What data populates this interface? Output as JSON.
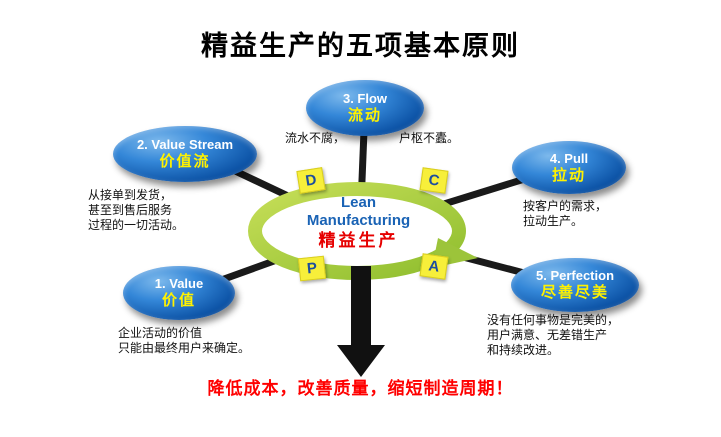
{
  "title": "精益生产的五项基本原则",
  "center": {
    "en1": "Lean",
    "en2": "Manufacturing",
    "cn": "精益生产"
  },
  "cycle": {
    "d": "D",
    "c": "C",
    "p": "P",
    "a": "A"
  },
  "nodes": [
    {
      "en": "1. Value",
      "cn": "价值"
    },
    {
      "en": "2. Value Stream",
      "cn": "价值流"
    },
    {
      "en": "3. Flow",
      "cn": "流动"
    },
    {
      "en": "4. Pull",
      "cn": "拉动"
    },
    {
      "en": "5. Perfection",
      "cn": "尽善尽美"
    }
  ],
  "notes": {
    "value": "企业活动的价值\n只能由最终用户来确定。",
    "value_stream": "从接单到发货，\n甚至到售后服务\n过程的一切活动。",
    "flow_left": "流水不腐，",
    "flow_right": "户枢不蠹。",
    "pull": "按客户的需求，\n拉动生产。",
    "perfection": "没有任何事物是完美的，\n用户满意、无差错生产\n和持续改进。"
  },
  "footer": "降低成本，改善质量，缩短制造周期！",
  "colors": {
    "node_blue": "#0e55a8",
    "ring_green": "#a9cf3d",
    "chip_yellow": "#f7ef3a",
    "chip_letter_blue": "#1d4e9e",
    "center_en_blue": "#1a63b5",
    "center_cn_red": "#e60000",
    "node_cn_yellow": "#fff200",
    "footer_red": "#ff0000",
    "spoke_black": "#1a1a1a"
  }
}
